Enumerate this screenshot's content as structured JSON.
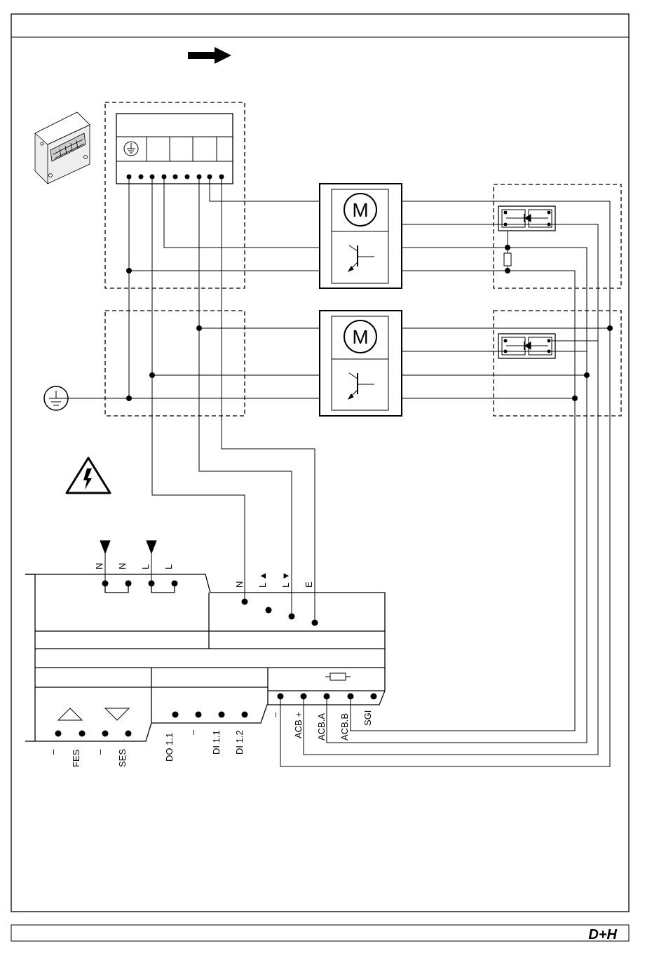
{
  "logo": "D+H",
  "motor_symbol": "M",
  "icons": [
    "arrow-right-icon",
    "junction-box-icon",
    "ground-icon",
    "high-voltage-warning-icon",
    "resistor-icon",
    "diode-icon",
    "transistor-icon",
    "triangle-up-icon",
    "triangle-down-icon"
  ],
  "mains_terminals": [
    "N",
    "N",
    "L",
    "L"
  ],
  "power_terminals": [
    "N",
    "L ▲",
    "L ▼",
    "E"
  ],
  "bottom_labels": {
    "fes_minus": "–",
    "fes": "FES",
    "ses_minus": "–",
    "ses": "SES",
    "do11": "DO 1.1",
    "di_minus": "–",
    "di11": "DI 1.1",
    "di12": "DI 1.2",
    "acb_minus": "–",
    "acb_plus": "ACB +",
    "acba": "ACB.A",
    "acbb": "ACB.B",
    "sgi": "SGI"
  }
}
